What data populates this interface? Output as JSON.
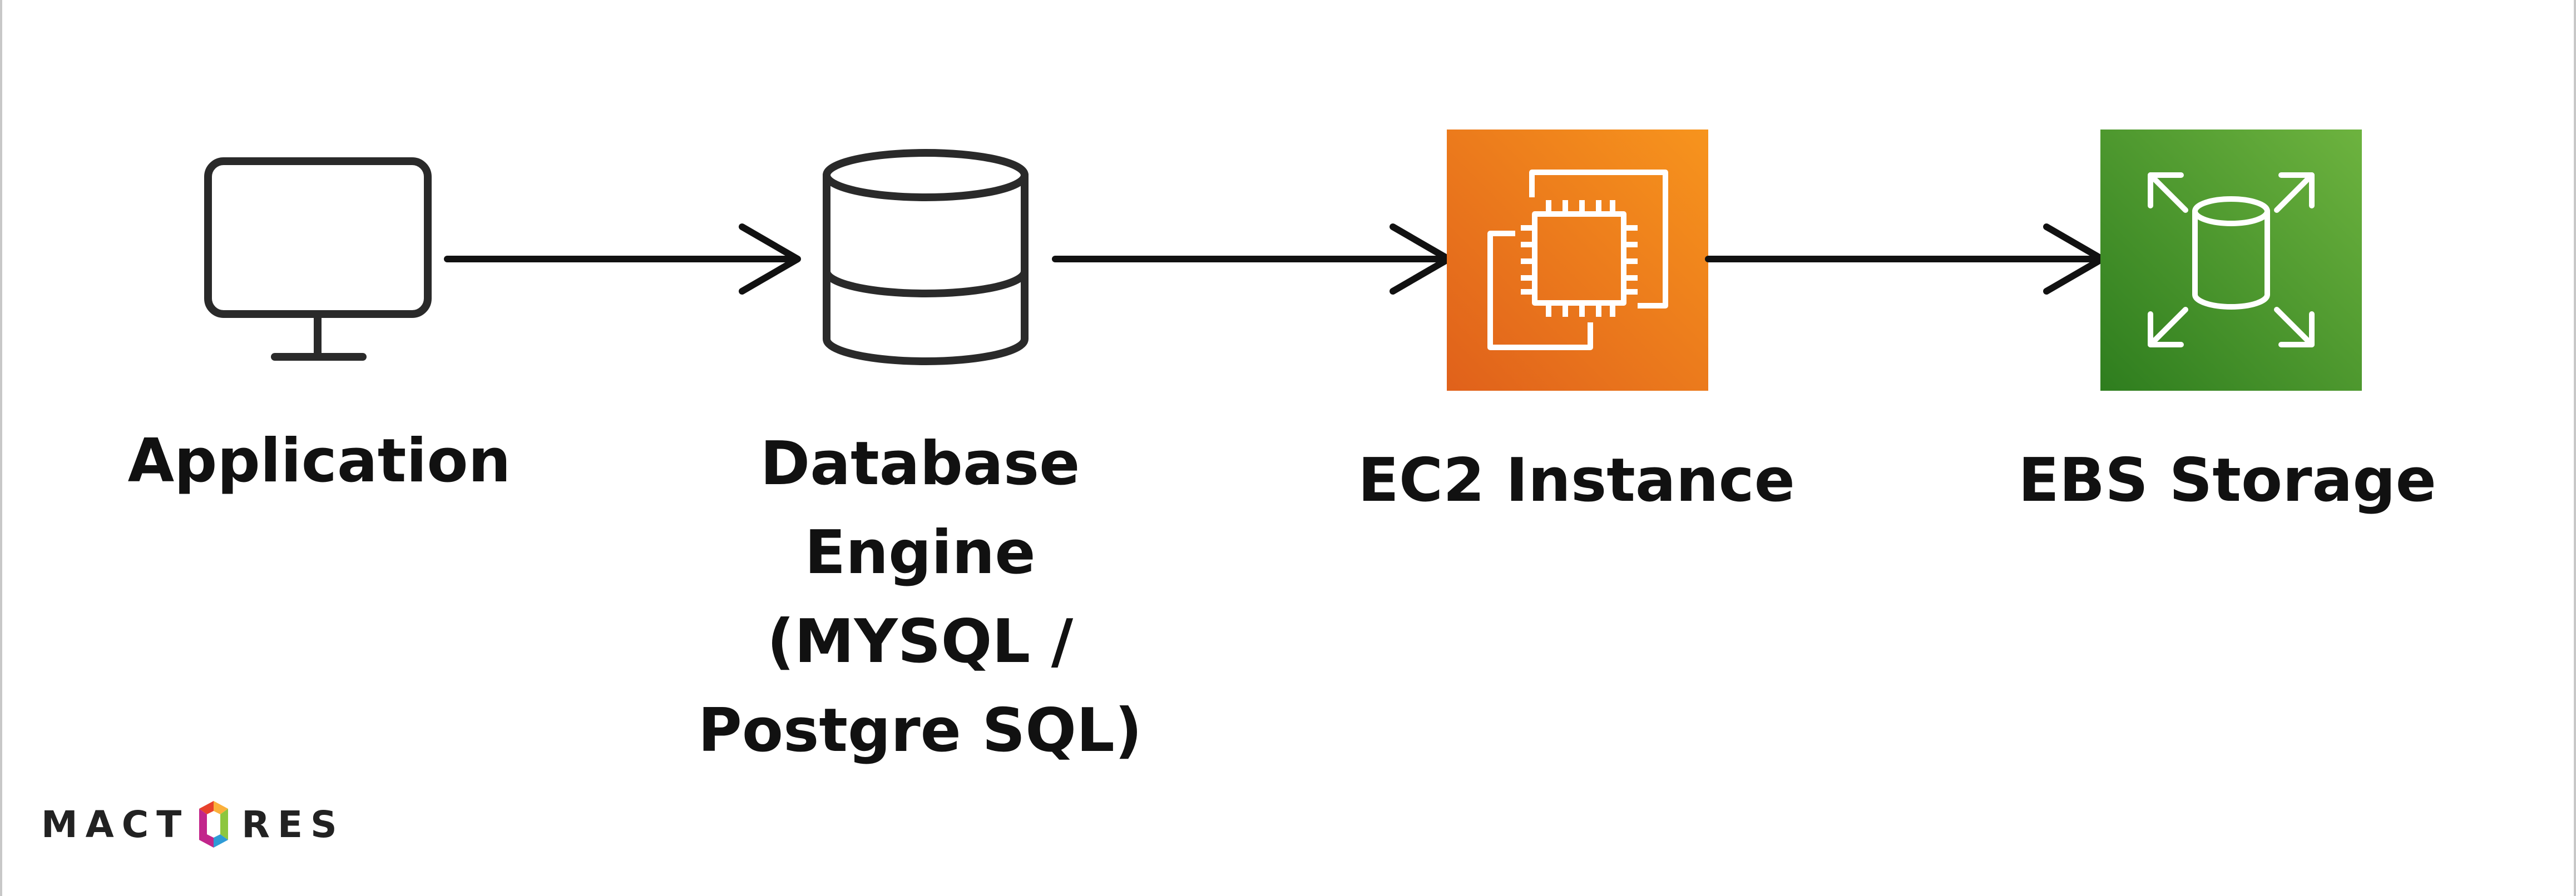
{
  "diagram": {
    "nodes": [
      {
        "id": "application",
        "icon": "monitor-icon",
        "label_lines": [
          "Application"
        ]
      },
      {
        "id": "database",
        "icon": "database-icon",
        "label_lines": [
          "Database",
          "Engine",
          "(MYSQL /",
          "Postgre SQL)"
        ]
      },
      {
        "id": "ec2",
        "icon": "aws-ec2-icon",
        "label_lines": [
          "EC2 Instance"
        ],
        "color_start": "#E0611B",
        "color_end": "#F7941D"
      },
      {
        "id": "ebs",
        "icon": "aws-ebs-icon",
        "label_lines": [
          "EBS Storage"
        ],
        "color_start": "#2E7D1E",
        "color_end": "#6DB33F"
      }
    ],
    "edges": [
      {
        "from": "application",
        "to": "database"
      },
      {
        "from": "database",
        "to": "ec2"
      },
      {
        "from": "ec2",
        "to": "ebs"
      }
    ]
  },
  "logo": {
    "text_before": "MACT",
    "text_after": "RES",
    "colors": [
      "#E8412C",
      "#FBB03B",
      "#8DC63F",
      "#2E9BD6",
      "#C2268B"
    ]
  }
}
